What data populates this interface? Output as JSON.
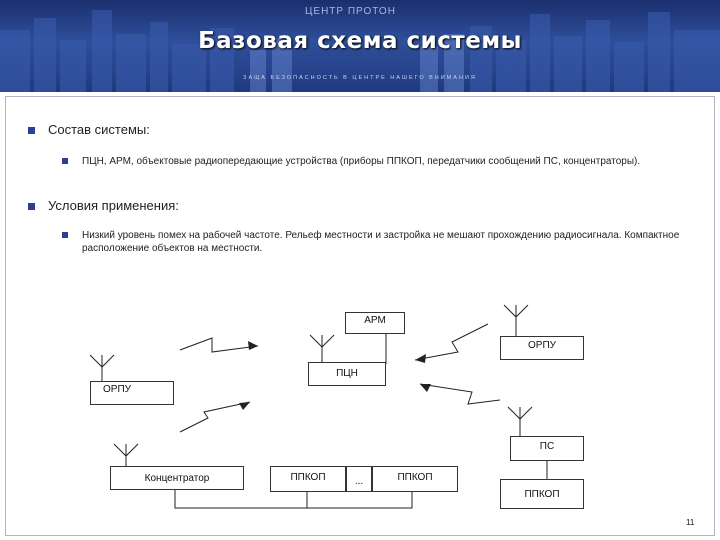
{
  "header": {
    "title": "Базовая схема системы",
    "logo_text": "ЦЕНТР ПРОТОН",
    "motto": "ЗАЩА БЕЗОПАСНОСТЬ В ЦЕНТРЕ НАШЕГО ВНИМАНИЯ",
    "colors": {
      "banner": "#2f4f9a",
      "bullet": "#2c3f93"
    }
  },
  "content": {
    "section1": {
      "heading": "Состав системы:",
      "item": "ПЦН, АРМ, объектовые радиопередающие устройства (приборы ППКОП, передатчики сообщений ПС, концентраторы)."
    },
    "section2": {
      "heading": "Условия применения:",
      "item": "Низкий уровень помех на рабочей частоте. Рельеф местности и застройка не мешают прохождению радиосигнала. Компактное расположение объектов на местности."
    }
  },
  "diagram": {
    "arm": "АРМ",
    "pcn": "ПЦН",
    "orpu_right": "ОРПУ",
    "orpu_left": "ОРПУ",
    "ps": "ПС",
    "ppkop_bottom": "ППКОП",
    "concentrator": "Концентратор",
    "ppkop_1": "ППКОП",
    "ellipsis": "...",
    "ppkop_2": "ППКОП"
  },
  "footer": {
    "page_number": "11"
  }
}
